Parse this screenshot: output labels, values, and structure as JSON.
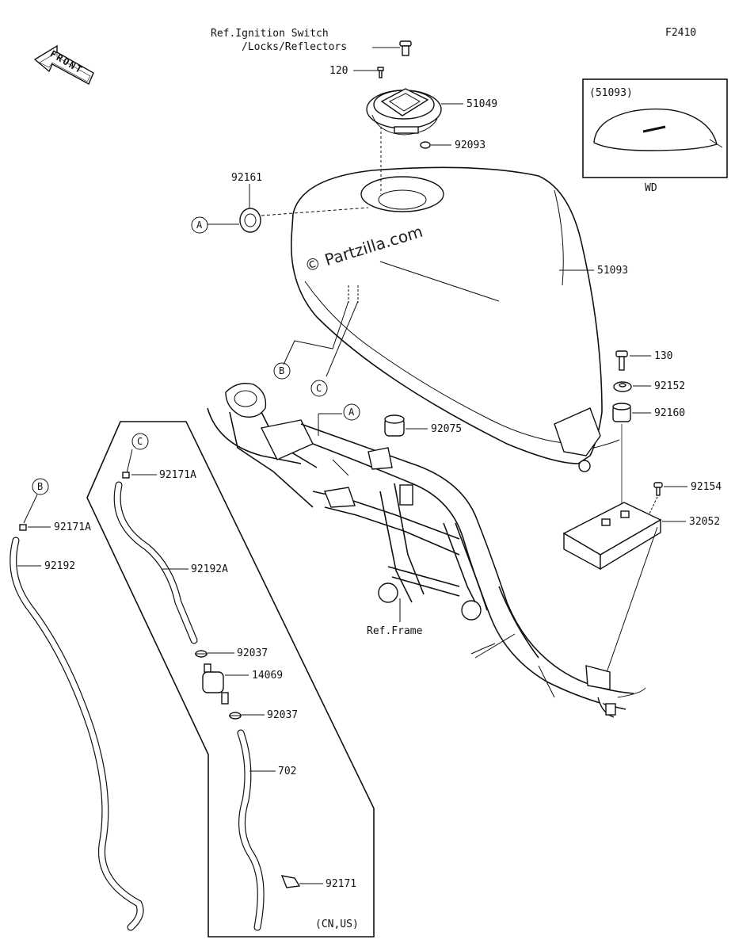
{
  "diagram": {
    "figure_code": "F2410",
    "front_arrow_label": "FRONT",
    "reference_labels": {
      "ignition_line1": "Ref.Ignition Switch",
      "ignition_line2": "/Locks/Reflectors",
      "frame": "Ref.Frame"
    },
    "inset": {
      "header": "(51093)",
      "footer": "WD"
    },
    "region_label": "(CN,US)",
    "watermark": "© Partzilla.com",
    "callouts": {
      "a": "A",
      "b": "B",
      "c": "C"
    },
    "part_numbers": {
      "p120": "120",
      "p51049": "51049",
      "p92093": "92093",
      "p92161": "92161",
      "p51093": "51093",
      "p130": "130",
      "p92152": "92152",
      "p92160": "92160",
      "p92075": "92075",
      "p92154": "92154",
      "p32052": "32052",
      "p92171A_c": "92171A",
      "p92171A_b": "92171A",
      "p92192": "92192",
      "p92192A": "92192A",
      "p92037_top": "92037",
      "p14069": "14069",
      "p92037_bot": "92037",
      "p702": "702",
      "p92171": "92171"
    }
  }
}
